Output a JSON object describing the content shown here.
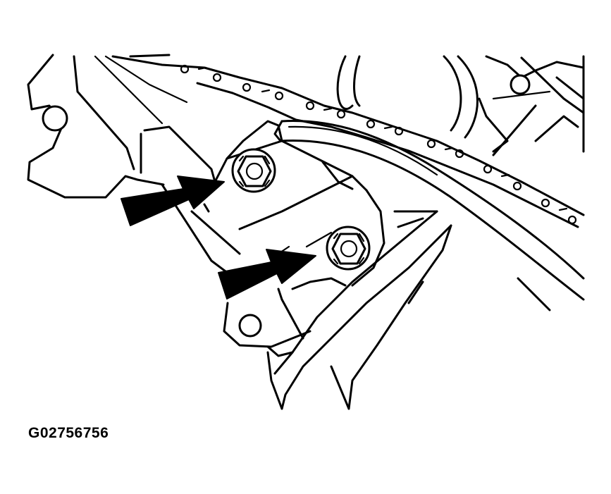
{
  "figure": {
    "reference_code": "G02756756"
  },
  "colors": {
    "ink": "#000000",
    "paper": "#ffffff"
  },
  "callouts": [
    {
      "icon": "arrow-icon",
      "target": "upper-bolt"
    },
    {
      "icon": "arrow-icon",
      "target": "lower-bolt"
    }
  ]
}
